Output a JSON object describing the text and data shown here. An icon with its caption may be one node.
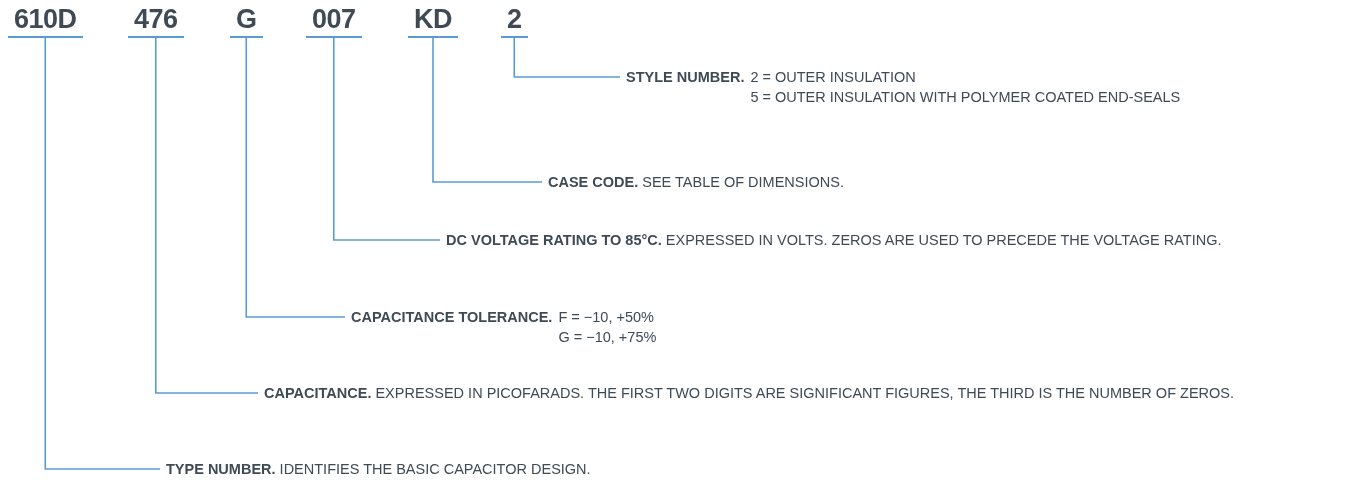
{
  "diagram": {
    "nodes": [
      {
        "text": [
          "610D"
        ]
      },
      {
        "text": [
          "476"
        ]
      },
      {
        "text": [
          "G"
        ]
      },
      {
        "text": [
          "007"
        ]
      },
      {
        "text": [
          "KD"
        ]
      },
      {
        "text": [
          "2"
        ]
      },
      {
        "text": [
          "STYLE NUMBER.",
          "2 = OUTER INSULATION",
          "5 = OUTER INSULATION WITH POLYMER COATED END-SEALS"
        ]
      },
      {
        "text": [
          "CASE CODE.",
          "SEE TABLE OF DIMENSIONS."
        ]
      },
      {
        "text": [
          "DC VOLTAGE RATING TO 85°C.",
          "EXPRESSED IN VOLTS. ZEROS ARE USED TO PRECEDE THE VOLTAGE RATING."
        ]
      },
      {
        "text": [
          "CAPACITANCE TOLERANCE.",
          "F = −10, +50%",
          "G = −10, +75%"
        ]
      },
      {
        "text": [
          "CAPACITANCE.",
          "EXPRESSED IN PICOFARADS. THE FIRST TWO DIGITS ARE SIGNIFICANT FIGURES, THE THIRD IS THE NUMBER OF ZEROS."
        ]
      },
      {
        "text": [
          "TYPE NUMBER.",
          "IDENTIFIES THE BASIC CAPACITOR DESIGN."
        ]
      }
    ],
    "edges": [
      {
        "from": 5,
        "to": 6,
        "arrow": "none"
      },
      {
        "from": 4,
        "to": 7,
        "arrow": "none"
      },
      {
        "from": 3,
        "to": 8,
        "arrow": "none"
      },
      {
        "from": 2,
        "to": 9,
        "arrow": "none"
      },
      {
        "from": 1,
        "to": 10,
        "arrow": "none"
      },
      {
        "from": 0,
        "to": 11,
        "arrow": "none"
      }
    ]
  }
}
